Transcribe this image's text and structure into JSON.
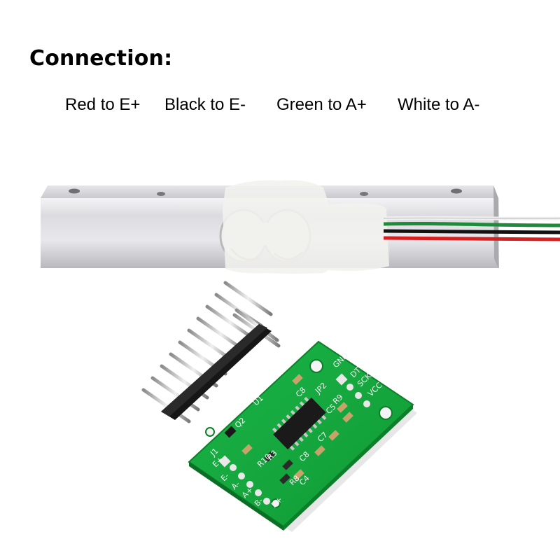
{
  "heading": "Connection:",
  "wiring": [
    {
      "text": "Red to E+"
    },
    {
      "text": "Black to E-"
    },
    {
      "text": "Green to A+"
    },
    {
      "text": "White to A-"
    }
  ],
  "board_labels": {
    "gnd": "GND",
    "dt": "DT",
    "sck": "SCK",
    "vcc": "VCC",
    "jp2": "JP2",
    "j1": "J1",
    "e_plus": "E+",
    "e_minus": "E-",
    "a_minus": "A-",
    "a_plus": "A+",
    "b_minus": "B-",
    "b_plus": "B+",
    "c8": "C8",
    "c5": "C5",
    "c7": "C7",
    "c4": "C4",
    "r9": "R9",
    "r10": "R10",
    "r3": "R3",
    "r8": "R8",
    "q2": "Q2",
    "u1": "U1"
  },
  "colors": {
    "pcb_green": "#12a83a",
    "aluminum": "#d8d8dc",
    "wire_red": "#d42020",
    "wire_green": "#1f8a3a",
    "wire_white": "#f0f0f0",
    "wire_black": "#111111"
  }
}
